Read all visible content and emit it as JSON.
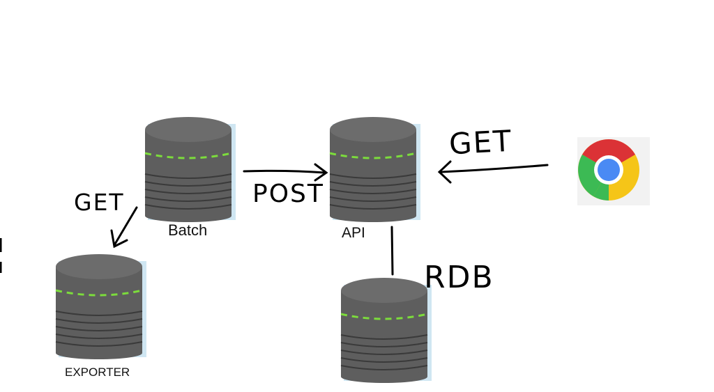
{
  "nodes": {
    "batch": {
      "label": "Batch",
      "icon": "database-icon"
    },
    "api": {
      "label": "API",
      "icon": "database-icon"
    },
    "exporter": {
      "label": "EXPORTER",
      "icon": "database-icon"
    },
    "rdb": {
      "label": "",
      "icon": "database-icon"
    },
    "browser": {
      "icon": "chrome-icon"
    }
  },
  "edges": {
    "browser_to_api": {
      "label": "GET"
    },
    "batch_to_api": {
      "label": "POST"
    },
    "batch_to_exporter": {
      "label": "GET"
    },
    "api_to_rdb": {
      "label": "RDB"
    }
  },
  "colors": {
    "cylinder": "#5e5e5e",
    "cylinder_top": "#6c6c6c",
    "cylinder_lines": "#3a3a3a",
    "accent_dash": "#7cdc3c",
    "shadow": "#cfe6f2"
  }
}
